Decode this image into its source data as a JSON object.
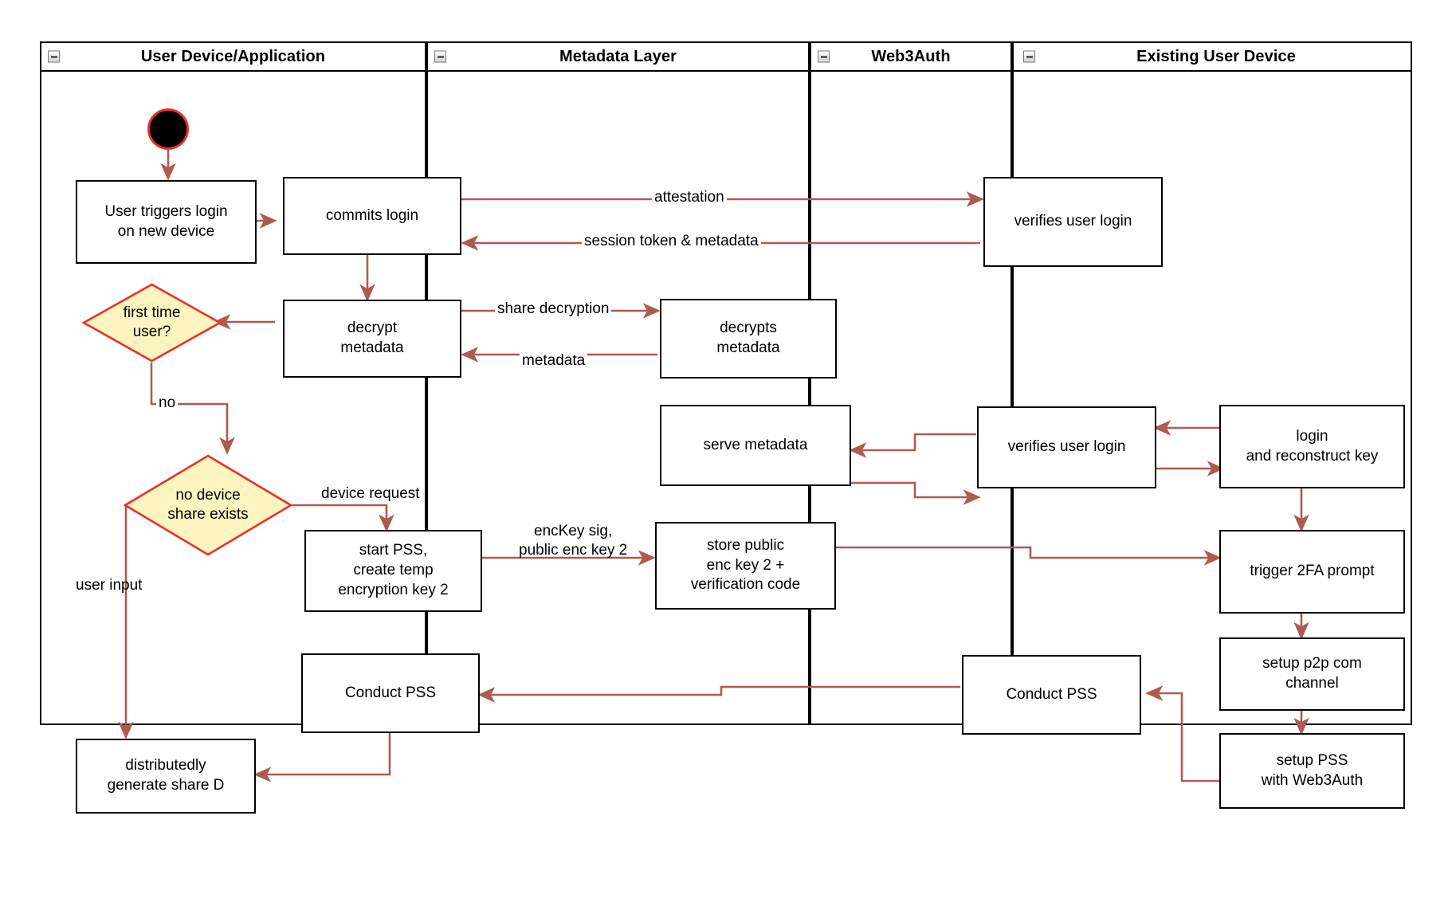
{
  "diagram": {
    "title": "Web3Auth new-device login activity diagram",
    "colors": {
      "node_border": "#000000",
      "node_fill": "#ffffff",
      "edge": "#ad5b52",
      "decision_fill": "#fdf4bf",
      "decision_border": "#e8312a",
      "start_fill": "#000000",
      "start_border": "#e8312a",
      "lane_border": "#000000"
    },
    "lanes": [
      {
        "id": "lane-user-device",
        "title": "User Device/Application",
        "icon": "collapse-minus-icon"
      },
      {
        "id": "lane-metadata",
        "title": "Metadata Layer",
        "icon": "collapse-minus-icon"
      },
      {
        "id": "lane-web3auth",
        "title": "Web3Auth",
        "icon": "collapse-minus-icon"
      },
      {
        "id": "lane-existing-device",
        "title": "Existing User Device",
        "icon": "collapse-minus-icon"
      }
    ],
    "nodes": [
      {
        "id": "start",
        "lane": "lane-user-device",
        "type": "start",
        "label": ""
      },
      {
        "id": "user-triggers",
        "lane": "lane-user-device",
        "type": "activity",
        "label": "User triggers login\non new device"
      },
      {
        "id": "commits-login",
        "lane": "lane-user-device",
        "type": "activity",
        "label": "commits login"
      },
      {
        "id": "decrypt-metadata",
        "lane": "lane-user-device",
        "type": "activity",
        "label": "decrypt\nmetadata"
      },
      {
        "id": "first-time-user",
        "lane": "lane-user-device",
        "type": "decision",
        "label": "first time\nuser?"
      },
      {
        "id": "no-device-share",
        "lane": "lane-user-device",
        "type": "decision",
        "label": "no device\nshare exists"
      },
      {
        "id": "start-pss",
        "lane": "lane-user-device",
        "type": "activity",
        "label": "start PSS,\ncreate temp\nencryption key 2"
      },
      {
        "id": "conduct-pss-user",
        "lane": "lane-user-device",
        "type": "activity",
        "label": "Conduct PSS"
      },
      {
        "id": "generate-share-d",
        "lane": "lane-user-device",
        "type": "activity",
        "label": "distributedly\ngenerate share D"
      },
      {
        "id": "decrypts-metadata",
        "lane": "lane-metadata",
        "type": "activity",
        "label": "decrypts\nmetadata"
      },
      {
        "id": "serve-metadata",
        "lane": "lane-metadata",
        "type": "activity",
        "label": "serve metadata"
      },
      {
        "id": "store-public-key",
        "lane": "lane-metadata",
        "type": "activity",
        "label": "store public\nenc key 2 +\nverification code"
      },
      {
        "id": "verifies-login-1",
        "lane": "lane-web3auth",
        "type": "activity",
        "label": "verifies user login"
      },
      {
        "id": "verifies-login-2",
        "lane": "lane-web3auth",
        "type": "activity",
        "label": "verifies user login"
      },
      {
        "id": "conduct-pss-w3a",
        "lane": "lane-web3auth",
        "type": "activity",
        "label": "Conduct PSS"
      },
      {
        "id": "login-reconstruct",
        "lane": "lane-existing-device",
        "type": "activity",
        "label": "login\nand reconstruct key"
      },
      {
        "id": "trigger-2fa",
        "lane": "lane-existing-device",
        "type": "activity",
        "label": "trigger 2FA prompt"
      },
      {
        "id": "setup-p2p",
        "lane": "lane-existing-device",
        "type": "activity",
        "label": "setup p2p com\nchannel"
      },
      {
        "id": "setup-pss",
        "lane": "lane-existing-device",
        "type": "activity",
        "label": "setup PSS\nwith Web3Auth"
      }
    ],
    "edge_labels": [
      {
        "id": "lbl-attestation",
        "text": "attestation"
      },
      {
        "id": "lbl-session-token",
        "text": "session token & metadata"
      },
      {
        "id": "lbl-share-decrypt",
        "text": "share decryption"
      },
      {
        "id": "lbl-metadata",
        "text": "metadata"
      },
      {
        "id": "lbl-no",
        "text": "no"
      },
      {
        "id": "lbl-device-request",
        "text": "device request"
      },
      {
        "id": "lbl-user-input",
        "text": "user input"
      },
      {
        "id": "lbl-enckey-sig",
        "text": "encKey sig,\npublic enc key 2"
      }
    ]
  }
}
